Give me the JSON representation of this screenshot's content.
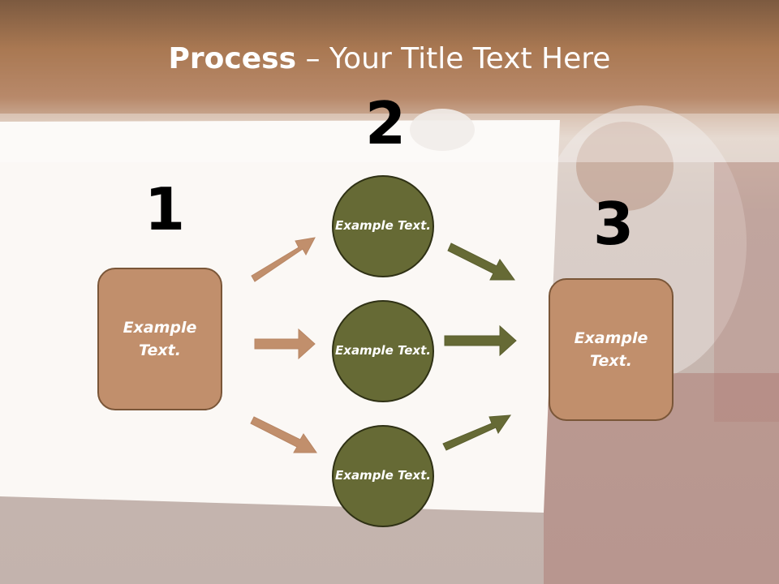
{
  "title": {
    "bold": "Process",
    "rest": " – Your Title Text Here"
  },
  "steps": [
    {
      "number": "1"
    },
    {
      "number": "2"
    },
    {
      "number": "3"
    }
  ],
  "left_box": {
    "text": "Example Text."
  },
  "circles": [
    {
      "text": "Example Text."
    },
    {
      "text": "Example Text."
    },
    {
      "text": "Example Text."
    }
  ],
  "right_box": {
    "text": "Example Text."
  },
  "colors": {
    "box_fill": "#c18f6c",
    "circle_fill": "#666a35",
    "arrow_left": "#c18f6c",
    "arrow_right": "#666a35",
    "header_band": "#a97852"
  }
}
